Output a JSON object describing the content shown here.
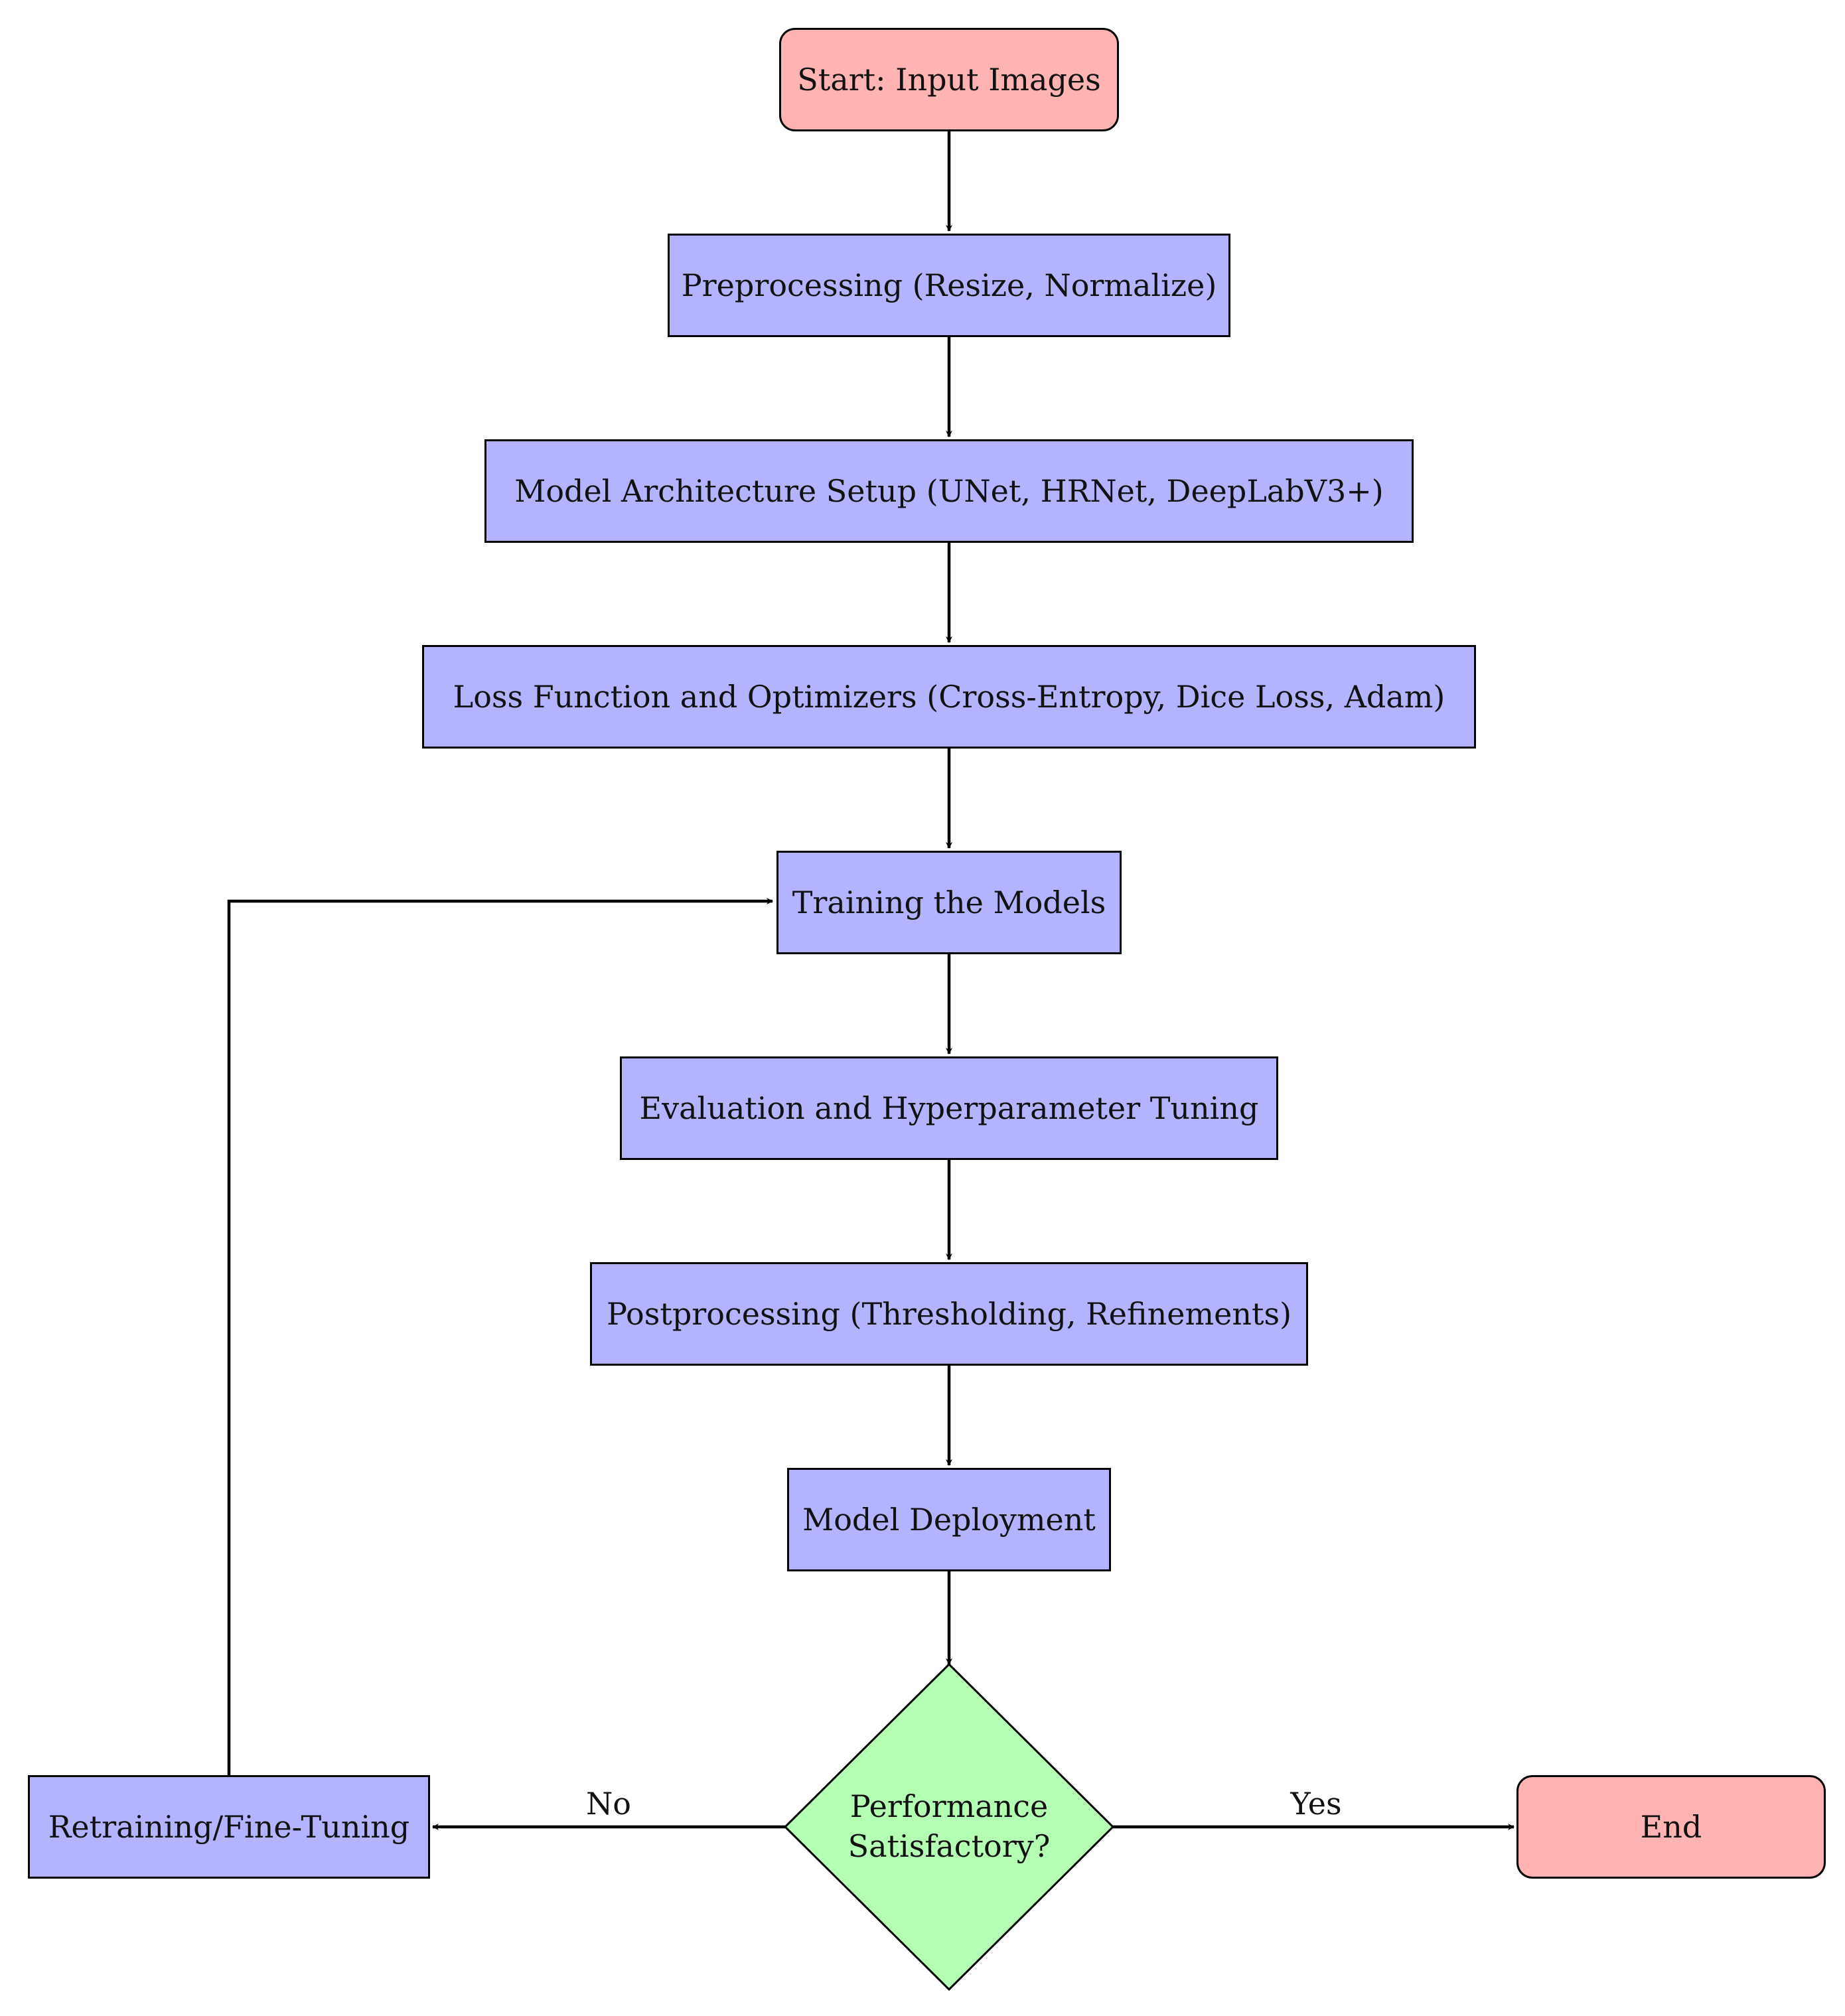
{
  "colors": {
    "terminal_fill": "#ffb3b3",
    "process_fill": "#b3b3ff",
    "decision_fill": "#b3ffb3",
    "stroke": "#000000"
  },
  "nodes": {
    "start": {
      "label": "Start: Input Images"
    },
    "preprocessing": {
      "label": "Preprocessing (Resize, Normalize)"
    },
    "model_setup": {
      "label": "Model Architecture Setup (UNet, HRNet, DeepLabV3+)"
    },
    "loss_optim": {
      "label": "Loss Function and Optimizers (Cross-Entropy, Dice Loss, Adam)"
    },
    "training": {
      "label": "Training the Models"
    },
    "evaluation": {
      "label": "Evaluation and Hyperparameter Tuning"
    },
    "postprocessing": {
      "label": "Postprocessing (Thresholding, Refinements)"
    },
    "deployment": {
      "label": "Model Deployment"
    },
    "decision": {
      "line1": "Performance",
      "line2": "Satisfactory?"
    },
    "retraining": {
      "label": "Retraining/Fine-Tuning"
    },
    "end": {
      "label": "End"
    }
  },
  "edge_labels": {
    "no": "No",
    "yes": "Yes"
  }
}
